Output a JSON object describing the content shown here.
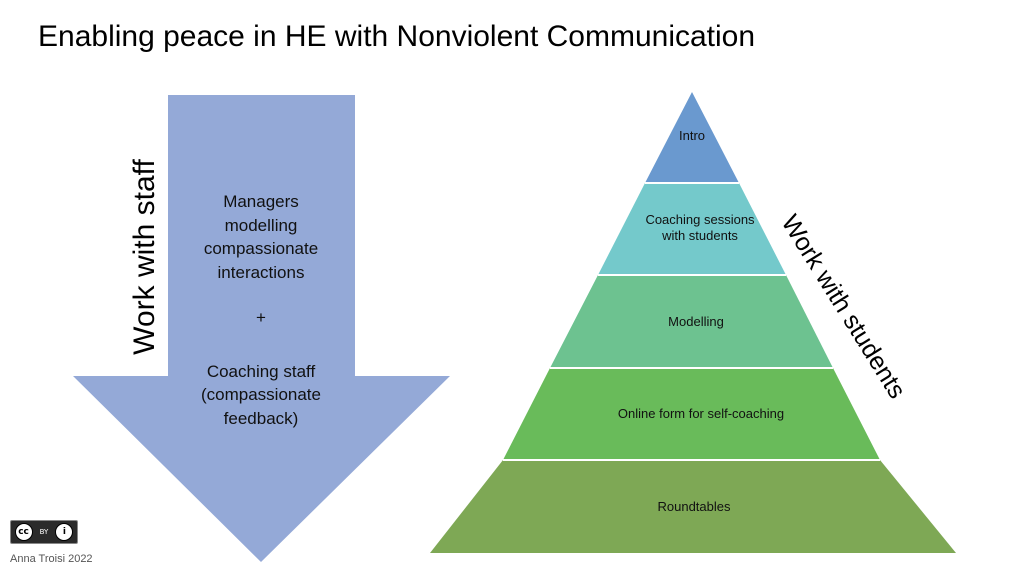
{
  "title": "Enabling peace in HE with Nonviolent Communication",
  "staff": {
    "side_label": "Work with staff",
    "line1": "Managers",
    "line2": "modelling",
    "line3": "compassionate",
    "line4": "interactions",
    "plus": "+",
    "line5": "Coaching staff",
    "line6": "(compassionate",
    "line7": "feedback)",
    "arrow_color": "#94a9d7"
  },
  "students": {
    "side_label": "Work with students",
    "tiers": [
      {
        "line1": "Intro",
        "line2": "",
        "color": "#6a99cf"
      },
      {
        "line1": "Coaching  sessions",
        "line2": "with students",
        "color": "#74c9cb"
      },
      {
        "line1": "Modelling",
        "line2": "",
        "color": "#6dc290"
      },
      {
        "line1": "Online form for self-coaching",
        "line2": "",
        "color": "#69bb5a"
      },
      {
        "line1": "Roundtables",
        "line2": "",
        "color": "#7ea855"
      }
    ]
  },
  "license": {
    "cc": "cc",
    "by": "BY",
    "person": "i"
  },
  "author": "Anna Troisi 2022"
}
